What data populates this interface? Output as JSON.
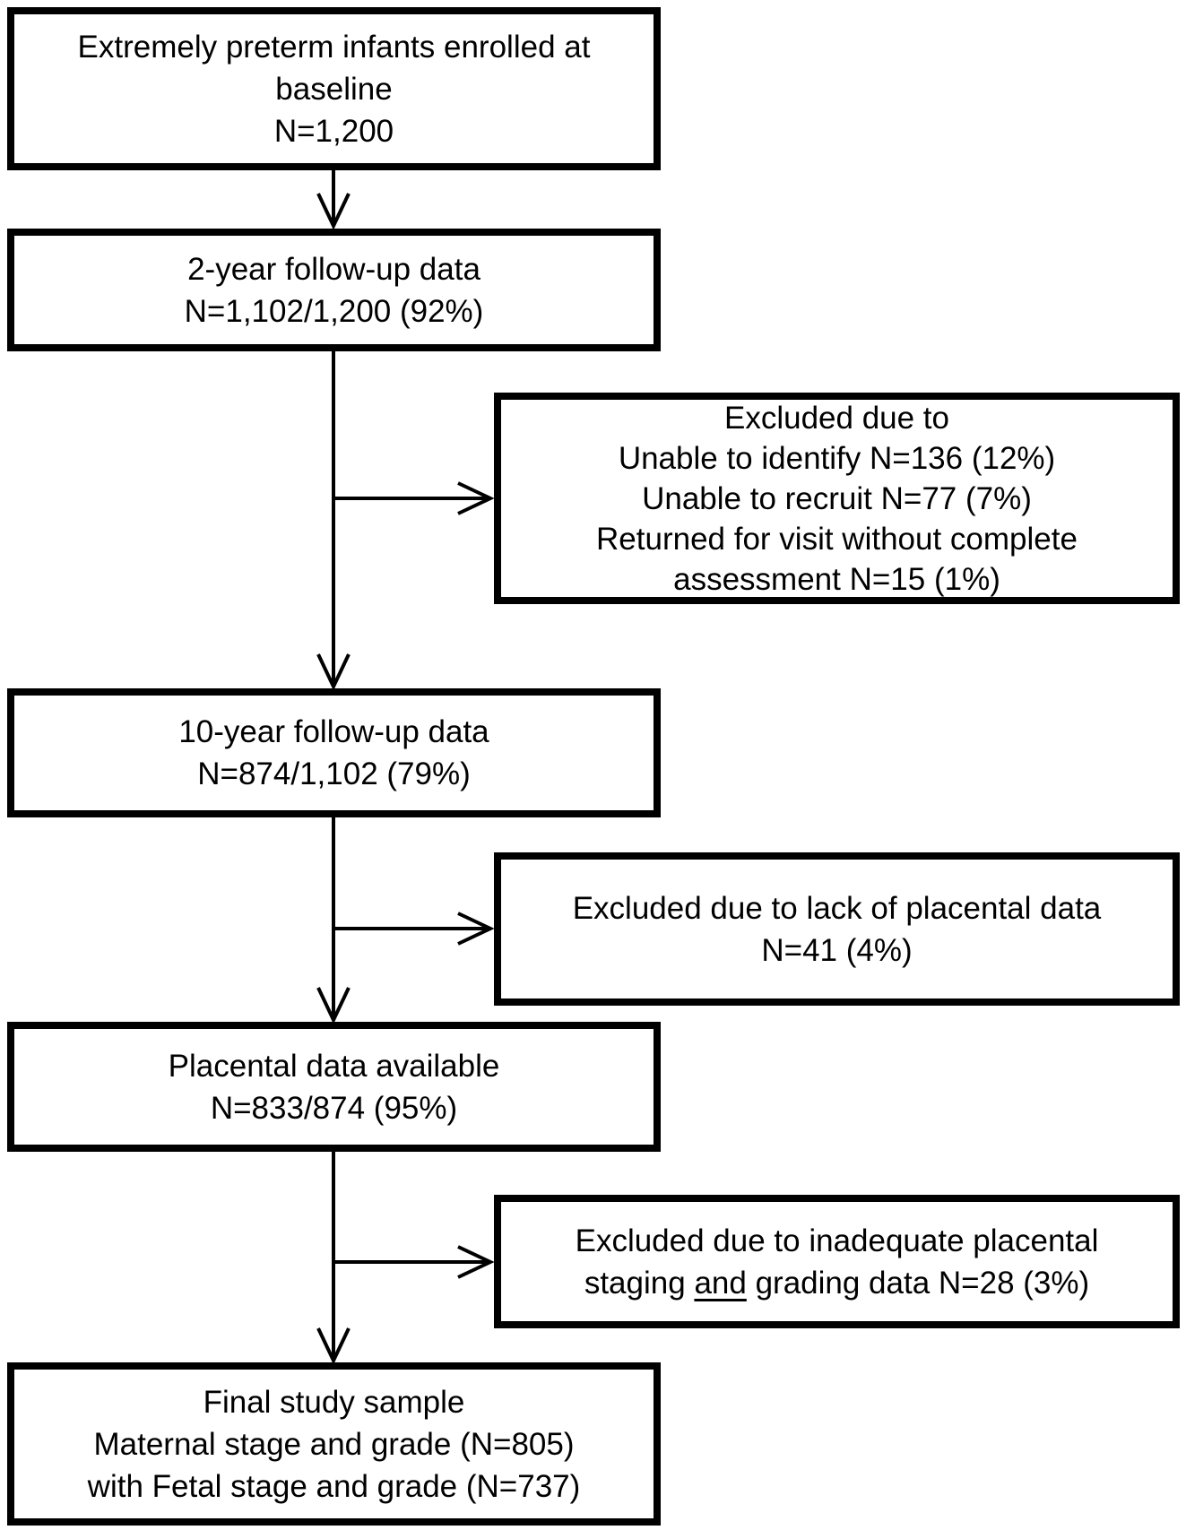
{
  "flow": {
    "colors": {
      "box_border": "#000000",
      "background": "#ffffff",
      "text": "#000000"
    },
    "baseline": {
      "lines": [
        "Extremely preterm infants enrolled at",
        "baseline",
        "N=1,200"
      ]
    },
    "followup_2year": {
      "lines": [
        "2-year follow-up data",
        "N=1,102/1,200 (92%)"
      ]
    },
    "excluded_2year": {
      "lines": [
        "Excluded due to",
        "Unable to identify N=136 (12%)",
        "Unable to recruit N=77 (7%)",
        "Returned for visit without complete",
        "assessment N=15 (1%)"
      ]
    },
    "followup_10year": {
      "lines": [
        "10-year follow-up data",
        "N=874/1,102 (79%)"
      ]
    },
    "excluded_placental": {
      "lines": [
        "Excluded due to lack of placental data",
        "N=41 (4%)"
      ]
    },
    "placental_available": {
      "lines": [
        "Placental data available",
        "N=833/874 (95%)"
      ]
    },
    "excluded_staging": {
      "line1": "Excluded due to inadequate placental",
      "line2_pre": "staging",
      "line2_underline": "and",
      "line2_post": "grading data N=28 (3%)"
    },
    "final_sample": {
      "lines": [
        "Final study sample",
        "Maternal stage and grade (N=805)",
        "with Fetal stage and grade (N=737)"
      ]
    }
  }
}
